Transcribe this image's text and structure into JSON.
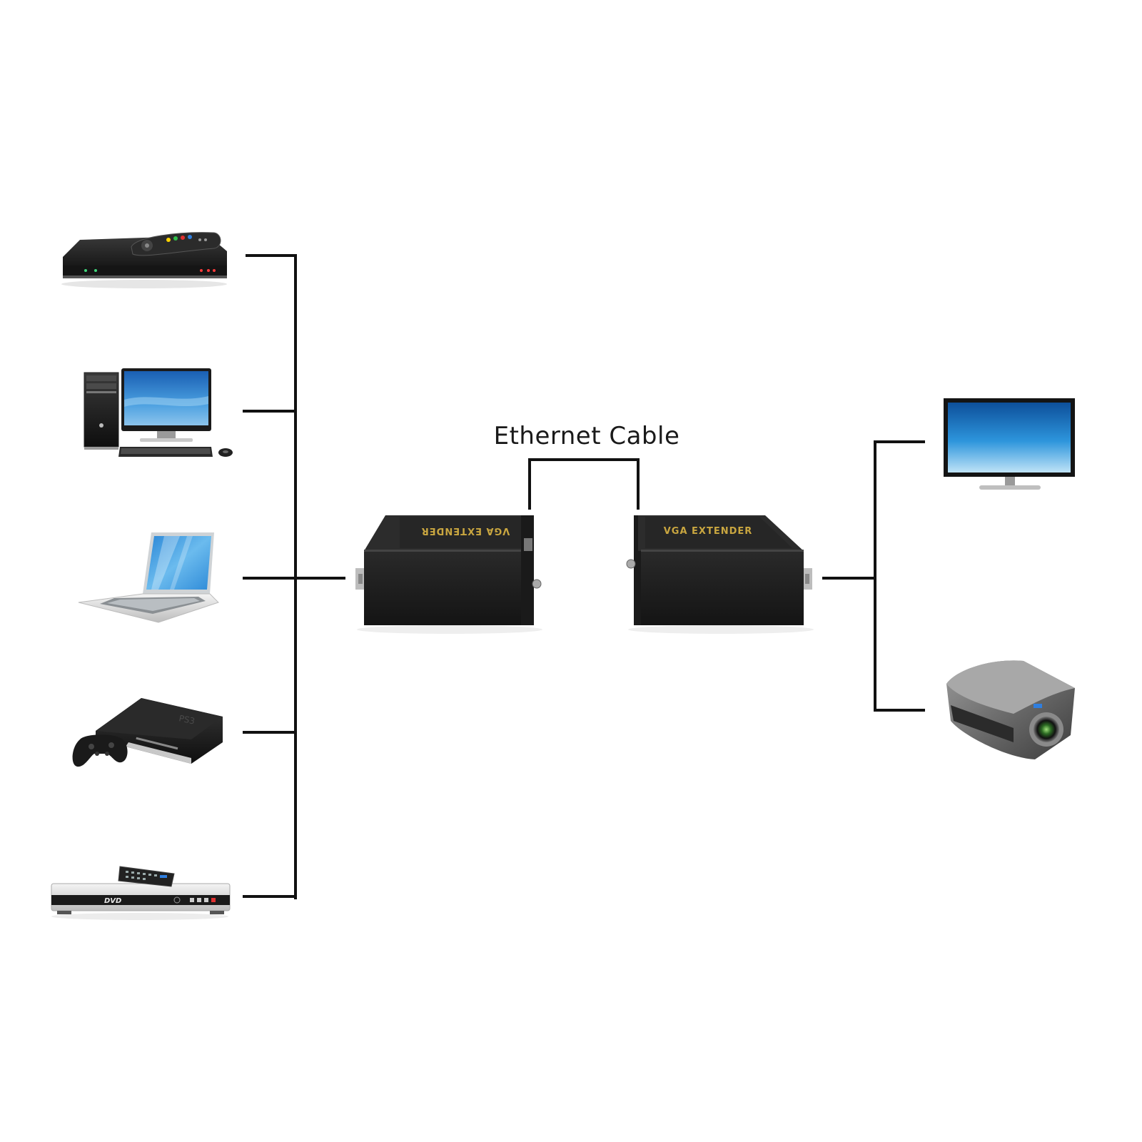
{
  "cable": {
    "label": "Ethernet Cable"
  },
  "extenders": {
    "transmitter_label": "VGA EXTENDER",
    "receiver_label": "VGA EXTENDER"
  },
  "sources": {
    "tv_box_brand": "",
    "pc_brand": "",
    "console_label": "PS3",
    "dvd_label": "DVD"
  },
  "colors": {
    "wire": "#111111",
    "extender_body": "#1c1c1c",
    "extender_text": "#c9a640",
    "screen_blue": "#1f7fd0"
  },
  "icons": [
    "set-top-box-icon",
    "desktop-computer-icon",
    "laptop-icon",
    "game-console-icon",
    "dvd-player-icon",
    "vga-extender-icon",
    "monitor-icon",
    "projector-icon"
  ]
}
